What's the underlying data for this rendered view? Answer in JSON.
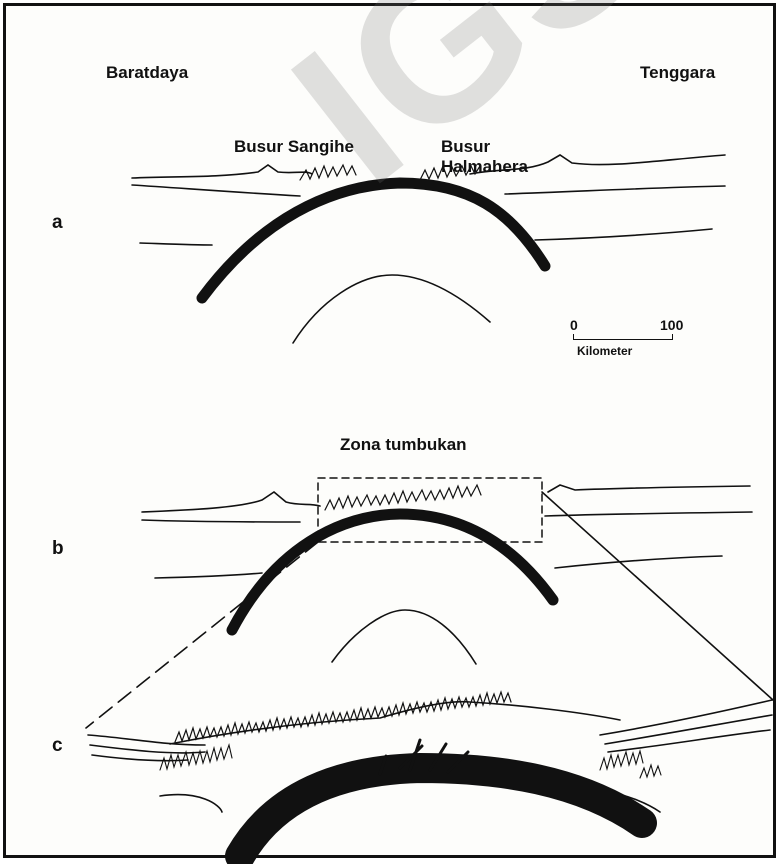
{
  "labels": {
    "southwest": "Baratdaya",
    "southeast": "Tenggara",
    "sangihe_arc": "Busur Sangihe",
    "halmahera_arc_line1": "Busur",
    "halmahera_arc_line2": "Halmahera",
    "collision_zone": "Zona tumbukan",
    "panel_a": "a",
    "panel_b": "b",
    "panel_c": "c"
  },
  "scale_bar": {
    "min_label": "0",
    "max_label": "100",
    "unit_label": "Kilometer"
  },
  "watermark": "IGSR",
  "colors": {
    "ink": "#111111",
    "background": "#fdfdfb",
    "watermark": "#777777"
  }
}
